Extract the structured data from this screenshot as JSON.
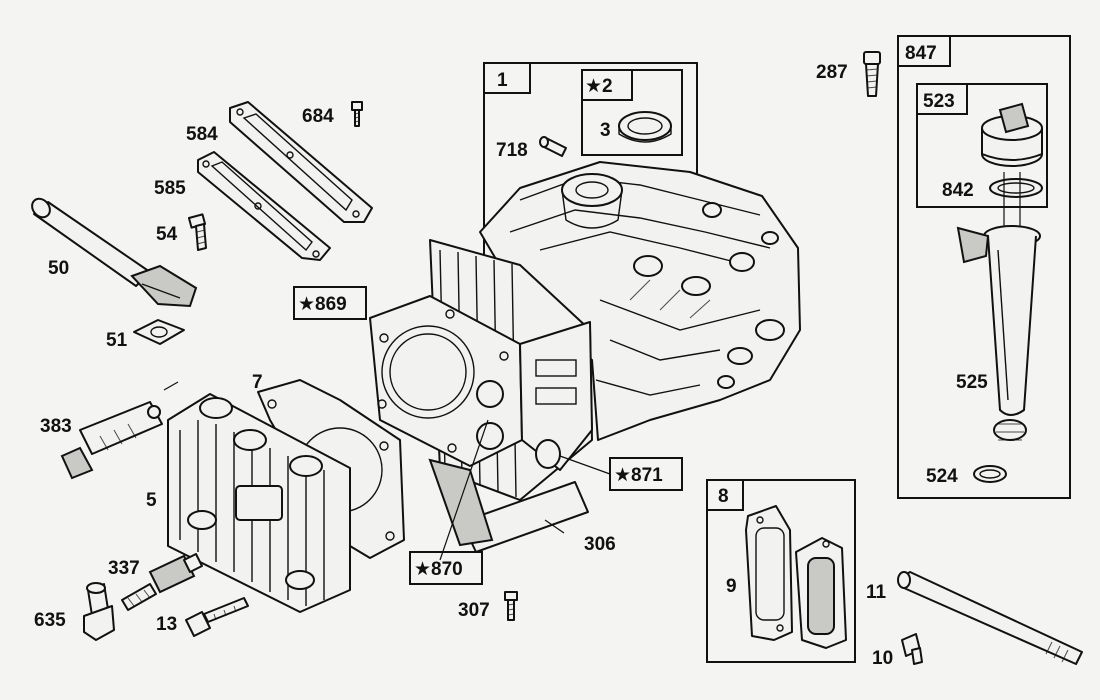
{
  "labels": {
    "p1": "1",
    "p2": "★2",
    "p3": "3",
    "p5": "5",
    "p7": "7",
    "p8": "8",
    "p9": "9",
    "p10": "10",
    "p11": "11",
    "p13": "13",
    "p50": "50",
    "p51": "51",
    "p54": "54",
    "p287": "287",
    "p306": "306",
    "p307": "307",
    "p337": "337",
    "p383": "383",
    "p523": "523",
    "p524": "524",
    "p525": "525",
    "p584": "584",
    "p585": "585",
    "p635": "635",
    "p684": "684",
    "p718": "718",
    "p842": "842",
    "p847": "847",
    "p869": "★869",
    "p870": "★870",
    "p871": "★871"
  },
  "colors": {
    "ink": "#111111",
    "paper": "#f4f4f2",
    "shade": "#c9c9c6"
  }
}
